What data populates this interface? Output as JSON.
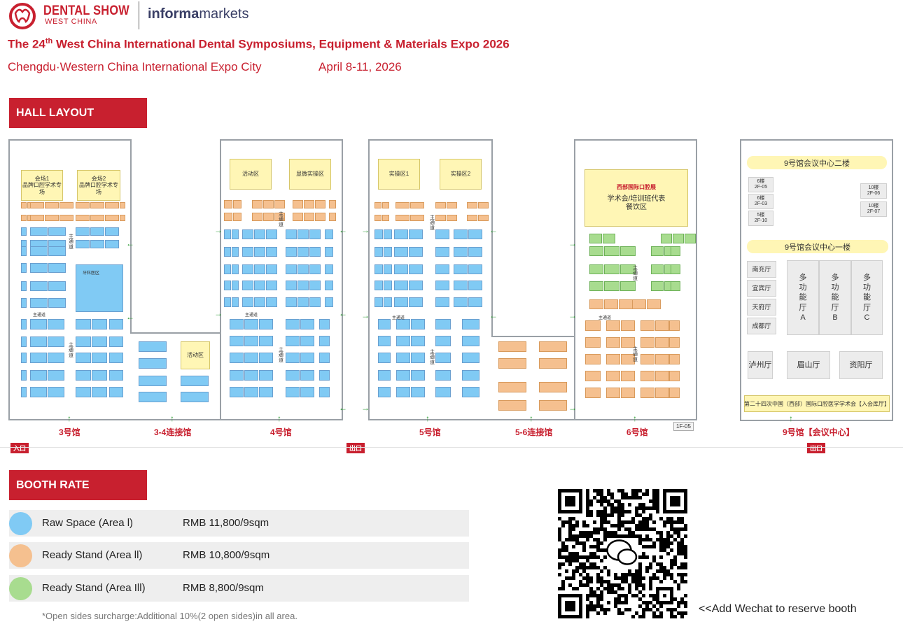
{
  "header": {
    "brand_line1": "DENTAL SHOW",
    "brand_line2": "WEST CHINA",
    "partner_light": "informa",
    "partner_bold": "markets",
    "title_prefix": "The 24",
    "title_sup": "th",
    "title_suffix": " West China International Dental Symposiums, Equipment & Materials Expo 2026",
    "venue": "Chengdu·Western China International Expo City",
    "dates": "April 8-11, 2026"
  },
  "layout": {
    "tab_label": "HALL LAYOUT",
    "halls": {
      "h3": "3号馆",
      "h34": "3-4连接馆",
      "h4": "4号馆",
      "h5": "5号馆",
      "h56": "5-6连接馆",
      "h6": "6号馆",
      "h9": "9号馆【会议中心】"
    },
    "zones": {
      "venue1": "会场1\n品牌口腔学术专场",
      "venue2": "会场2\n品牌口腔学术专场",
      "activity_34": "活动区",
      "activity_4": "活动区",
      "demo_4": "显微实操区",
      "practice1": "实操区1",
      "practice2": "实操区2",
      "academic_6_brand": "西部国际口腔展",
      "academic_6": "学术会/培训班代表\n餐饮区"
    },
    "labels": {
      "main_aisle": "主通道",
      "dental_zone": "牙科医区",
      "exit_id": "1F-05",
      "entrance": "入口",
      "exit": "出口",
      "exit9": "出口"
    },
    "hall9": {
      "floor2": "9号馆会议中心二楼",
      "floor1": "9号馆会议中心一楼",
      "r2f05": "6楼\n2F-05",
      "r2f03": "6楼\n2F-03",
      "r2f10": "5楼\n2F-10",
      "r2f06": "10楼\n2F-06",
      "r2f07": "10楼\n2F-07",
      "nanchong": "南充厅",
      "yibin": "宜宾厅",
      "tianfu": "天府厅",
      "chengdu": "成都厅",
      "hall_a": "多\n功\n能\n厅\nA",
      "hall_b": "多\n功\n能\n厅\nB",
      "hall_c": "多\n功\n能\n厅\nC",
      "luzhou": "泸州厅",
      "meishan": "眉山厅",
      "ziyang": "资阳厅",
      "notice": "第二十四次中国（西部）国际口腔医学学术会【入会库厅】"
    }
  },
  "booth_rate": {
    "tab_label": "BOOTH RATE",
    "rows": [
      {
        "name": "Raw Space (Area l)",
        "price": "RMB 11,800/9sqm",
        "color": "#80caf4"
      },
      {
        "name": "Ready Stand (Area ll)",
        "price": "RMB 10,800/9sqm",
        "color": "#f5c08f"
      },
      {
        "name": "Ready Stand (Area Ill)",
        "price": "RMB 8,800/9sqm",
        "color": "#a8dc8f"
      }
    ],
    "surcharge": "*Open sides surcharge:Additional 10%(2 open sides)in all area."
  },
  "wechat": {
    "label": "<<Add Wechat to reserve booth",
    "icon": "wechat-icon"
  },
  "colors": {
    "brand_red": "#c8202f",
    "area1_blue": "#80caf4",
    "area2_orange": "#f5c08f",
    "area3_green": "#a8dc8f"
  }
}
